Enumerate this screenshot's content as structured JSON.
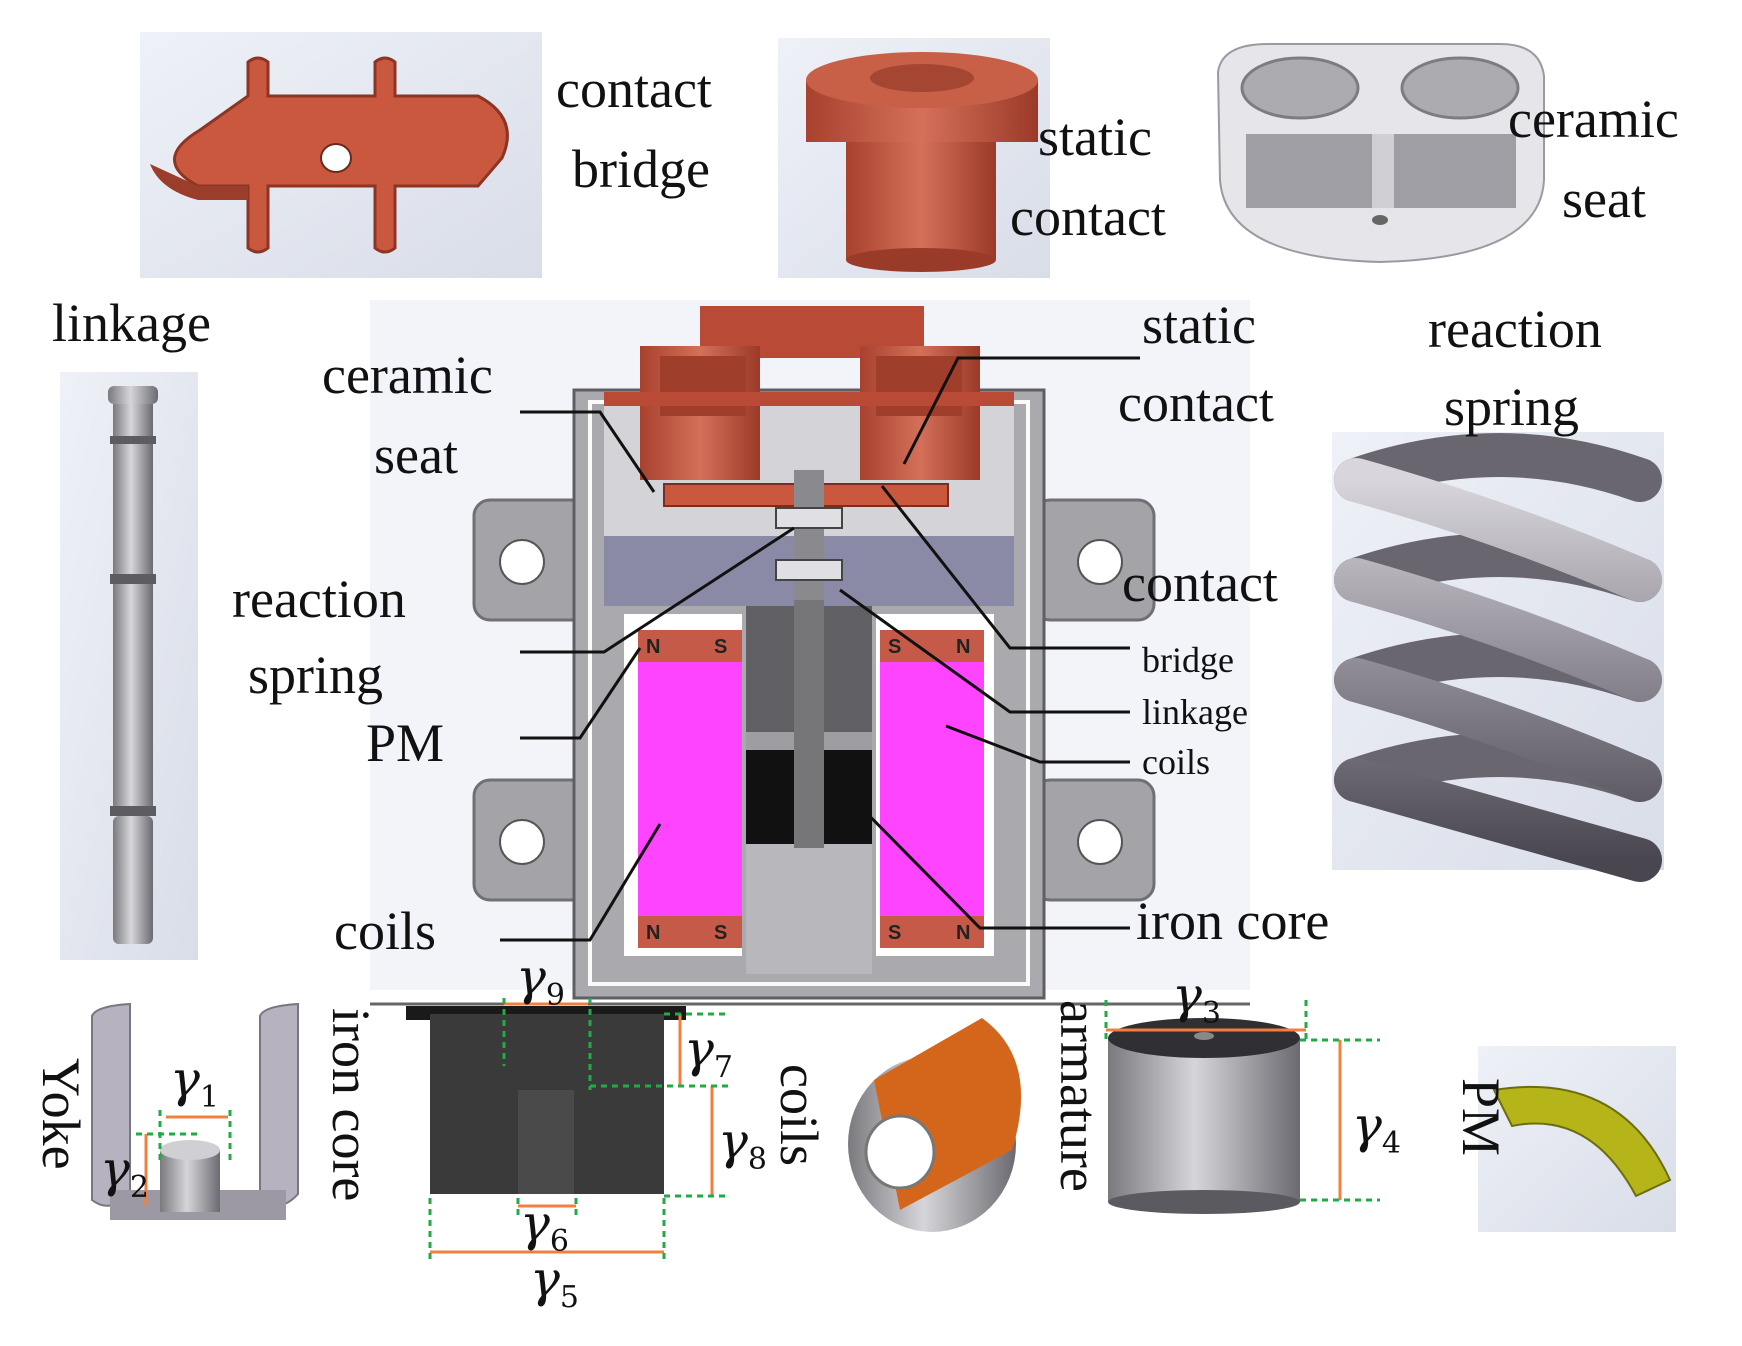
{
  "labels": {
    "contact_bridge_top_1": "contact",
    "contact_bridge_top_2": "bridge",
    "static_contact_top_1": "static",
    "static_contact_top_2": "contact",
    "ceramic_seat_top_1": "ceramic",
    "ceramic_seat_top_2": "seat",
    "linkage_left": "linkage",
    "ceramic_seat_left_1": "ceramic",
    "ceramic_seat_left_2": "seat",
    "reaction_spring_left_1": "reaction",
    "reaction_spring_left_2": "spring",
    "pm_left": "PM",
    "coils_left": "coils",
    "static_contact_right_1": "static",
    "static_contact_right_2": "contact",
    "reaction_spring_right_1": "reaction",
    "reaction_spring_right_2": "spring",
    "contact_right": "contact",
    "bridge_right": "bridge",
    "linkage_right": "linkage",
    "coils_right": "coils",
    "iron_core_right": "iron core",
    "yoke": "Yoke",
    "iron_core_bottom": "iron core",
    "coils_bottom": "coils",
    "armature": "armature",
    "pm_bottom": "PM"
  },
  "pm_poles": {
    "north": "N",
    "south": "S"
  },
  "dimensions": {
    "symbol": "γ",
    "g1": "1",
    "g2": "2",
    "g3": "3",
    "g4": "4",
    "g5": "5",
    "g6": "6",
    "g7": "7",
    "g8": "8",
    "g9": "9"
  },
  "colors": {
    "copper": "#c2553f",
    "coil_magenta": "#ff44ff",
    "housing_gray": "#a8a8a8",
    "iron_black": "#222222",
    "pm_olive": "#b5b51a",
    "coil_orange": "#d4661c",
    "dimension_green": "#22aa44",
    "dimension_orange": "#f08040"
  }
}
